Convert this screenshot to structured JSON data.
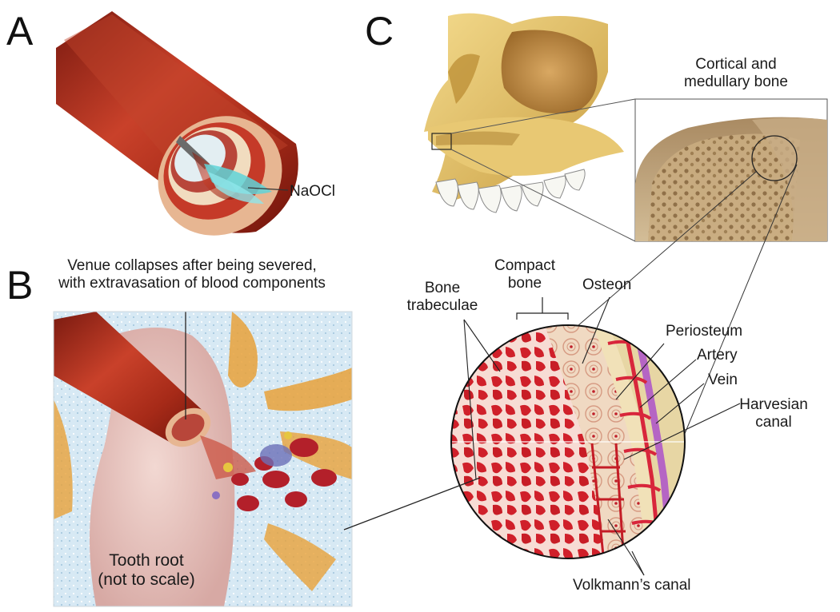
{
  "panels": {
    "a": "A",
    "b": "B",
    "c": "C"
  },
  "labels": {
    "naocl": "NaOCl",
    "venue_line1": "Venue collapses after being severed,",
    "venue_line2": "with extravasation of blood components",
    "tooth_root_line1": "Tooth root",
    "tooth_root_line2": "(not to scale)",
    "cortical_line1": "Cortical and",
    "cortical_line2": "medullary bone",
    "compact_line1": "Compact",
    "compact_line2": "bone",
    "trabeculae_line1": "Bone",
    "trabeculae_line2": "trabeculae",
    "osteon": "Osteon",
    "periosteum": "Periosteum",
    "artery": "Artery",
    "vein": "Vein",
    "harvesian_line1": "Harvesian",
    "harvesian_line2": "canal",
    "volkmann": "Volkmann’s canal"
  },
  "colors": {
    "vessel": "#b8321f",
    "vessel_dark": "#7a1a10",
    "bone": "#e8c873",
    "bone_red": "#d0202a",
    "cortical": "#b99c72",
    "irrigant": "#5fd3d8",
    "marrow_bg": "#cfe3ef",
    "artery": "#d8263b",
    "vein": "#b565c4"
  }
}
